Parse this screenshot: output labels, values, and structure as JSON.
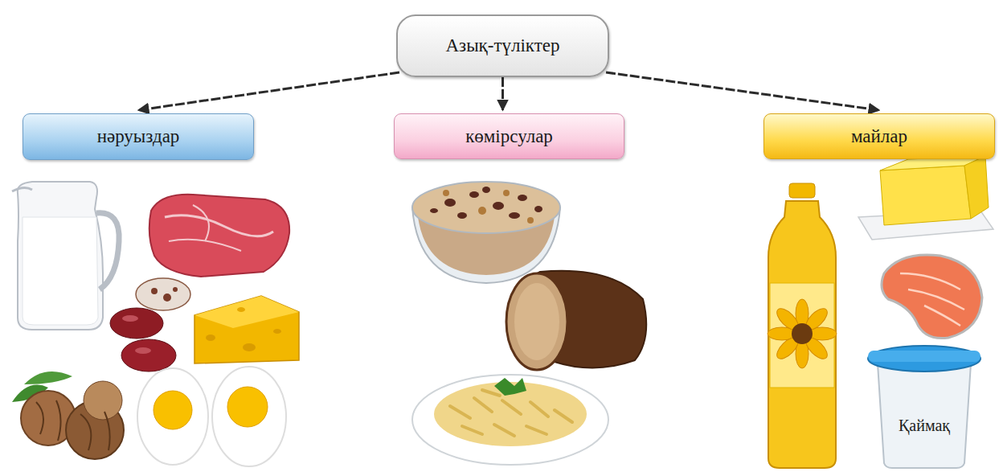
{
  "diagram": {
    "nodes": [
      {
        "text": [
          "Азық-түліктер"
        ]
      },
      {
        "text": [
          "нәруыздар"
        ]
      },
      {
        "text": [
          "көмірсулар"
        ]
      },
      {
        "text": [
          "майлар"
        ]
      }
    ],
    "edges": [
      {
        "from": 0,
        "to": 1,
        "arrow": "to"
      },
      {
        "from": 0,
        "to": 2,
        "arrow": "to"
      },
      {
        "from": 0,
        "to": 3,
        "arrow": "to"
      }
    ],
    "labels": [
      "Қаймақ"
    ]
  }
}
